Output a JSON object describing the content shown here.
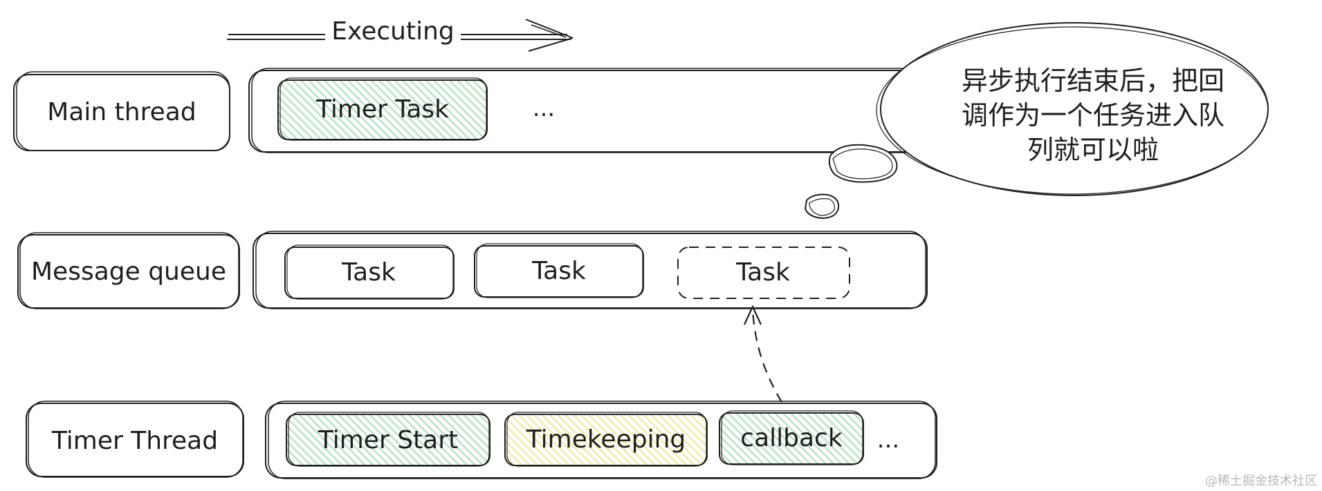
{
  "executing_label": "Executing",
  "rows": {
    "main": {
      "label": "Main thread",
      "items": [
        "Timer Task"
      ],
      "more": "..."
    },
    "queue": {
      "label": "Message queue",
      "items": [
        "Task",
        "Task",
        "Task"
      ]
    },
    "timer": {
      "label": "Timer Thread",
      "items": [
        "Timer Start",
        "Timekeeping",
        "callback"
      ],
      "more": "..."
    }
  },
  "bubble": {
    "lines": [
      "异步执行结束后，把回",
      "调作为一个任务进入队",
      "列就可以啦"
    ]
  },
  "watermark": "@稀土掘金技术社区",
  "colors": {
    "stroke": "#1e1e1e",
    "green_fill": "#d3f0d8",
    "yellow_fill": "#fbf3c4"
  }
}
